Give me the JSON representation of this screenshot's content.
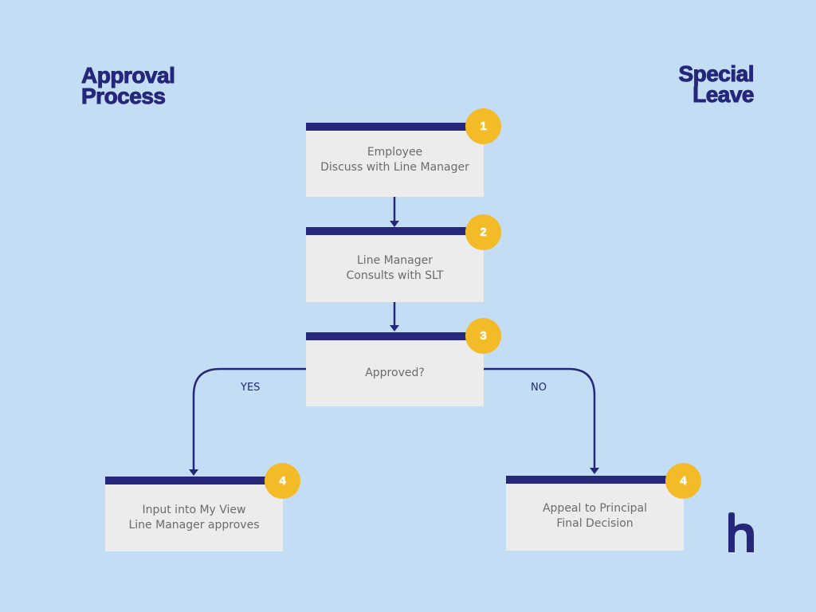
{
  "header": {
    "left_title": [
      "Approval",
      "Process"
    ],
    "right_title": [
      "Special",
      "Leave"
    ]
  },
  "colors": {
    "background": "#c3ddf5",
    "navy": "#26267a",
    "badge": "#f4bb29",
    "box": "#ececec",
    "box_text": "#6b6b6b"
  },
  "steps": [
    {
      "number": "1",
      "lines": [
        "Employee",
        "Discuss with Line Manager"
      ]
    },
    {
      "number": "2",
      "lines": [
        "Line Manager",
        "Consults with SLT"
      ]
    },
    {
      "number": "3",
      "lines": [
        "Approved?"
      ]
    },
    {
      "number": "4",
      "lines": [
        "Input into My View",
        "Line Manager approves"
      ]
    },
    {
      "number": "4",
      "lines": [
        "Appeal to Principal",
        "Final Decision"
      ]
    }
  ],
  "branches": {
    "yes_label": "YES",
    "no_label": "NO"
  },
  "logo": {
    "icon": "h-logo-icon"
  }
}
